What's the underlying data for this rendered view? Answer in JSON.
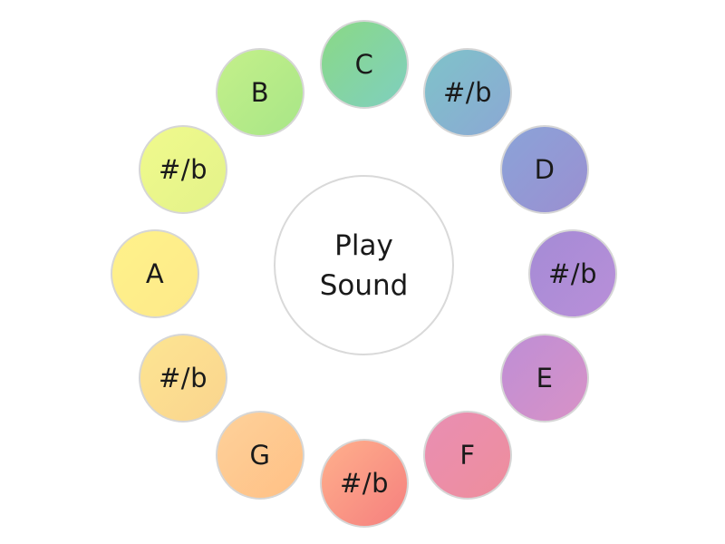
{
  "notes": {
    "c": {
      "label": "C",
      "color": "#84d4a4"
    },
    "csharp": {
      "label": "#/b",
      "color": "#85b6cf"
    },
    "d": {
      "label": "D",
      "color": "#9299d4"
    },
    "dsharp": {
      "label": "#/b",
      "color": "#ad8dd7"
    },
    "e": {
      "label": "E",
      "color": "#cb90ce"
    },
    "f": {
      "label": "F",
      "color": "#ec8ea8"
    },
    "fsharp": {
      "label": "#/b",
      "color": "#fa9885"
    },
    "g": {
      "label": "G",
      "color": "#fec98f"
    },
    "gsharp": {
      "label": "#/b",
      "color": "#fbdc90"
    },
    "a": {
      "label": "A",
      "color": "#feee8a"
    },
    "asharp": {
      "label": "#/b",
      "color": "#e9f68b"
    },
    "b": {
      "label": "B",
      "color": "#b6eb88"
    }
  },
  "play_button": {
    "line1": "Play",
    "line2": "Sound"
  }
}
